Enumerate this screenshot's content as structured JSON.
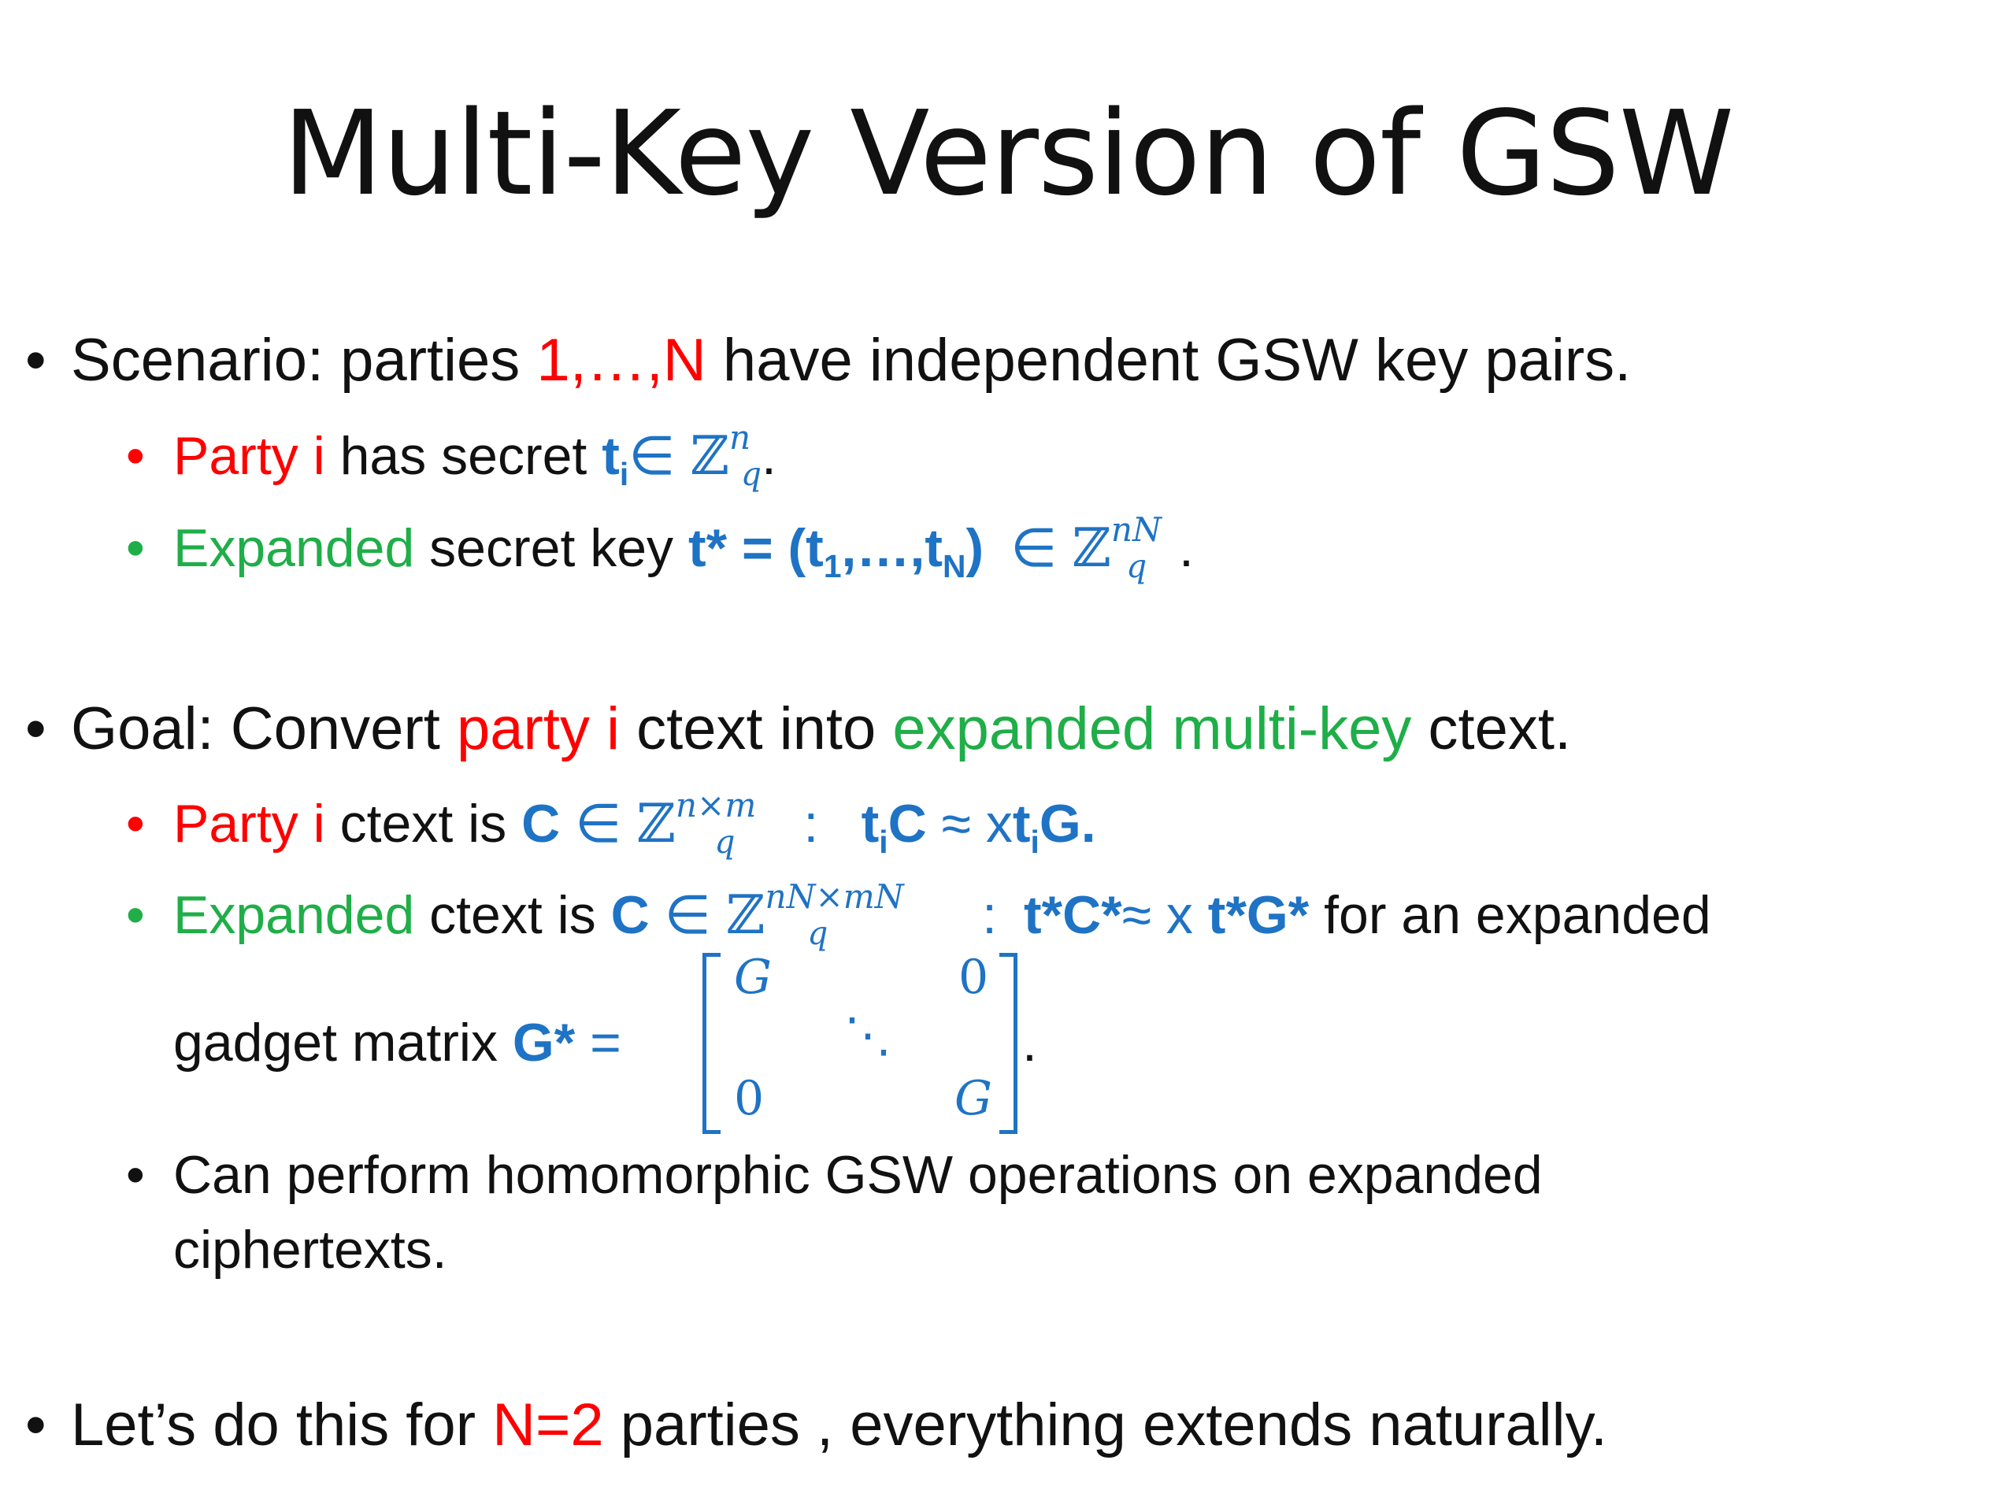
{
  "title": "Multi-Key Version of GSW",
  "bullet1": {
    "p1": "Scenario: parties ",
    "p2": "1,…,N",
    "p3": " have independent GSW key pairs.",
    "sub1": {
      "p1": "Party i",
      "p2": " has secret ",
      "t": "t",
      "i": "i",
      "in": "∈ ",
      "Z": "ℤ",
      "sup": "n",
      "sub": "q",
      "end": "."
    },
    "sub2": {
      "p1": "Expanded",
      "p2": " secret key ",
      "tstar": "t* = (t",
      "s1": "1",
      "mid": ",…,t",
      "sN": "N",
      "close": ")",
      "in": "∈ ",
      "Z": "ℤ",
      "sup": "nN",
      "sub": "q",
      "end": "."
    }
  },
  "bullet2": {
    "p1": "Goal: Convert ",
    "p2": "party i",
    "p3": " ctext into ",
    "p4": "expanded multi-key",
    "p5": " ctext.",
    "sub1": {
      "p1": "Party i",
      "p2": " ctext is ",
      "C": "C",
      "in": " ∈ ",
      "Z": "ℤ",
      "sup": "n×m",
      "sub": "q",
      "colon": " :",
      "t": "t",
      "i": "i",
      "C2": "C",
      "approx": " ≈ x",
      "t2": "t",
      "i2": "i",
      "G": "G."
    },
    "sub2": {
      "p1": "Expanded",
      "p2": " ctext is ",
      "C": "C",
      "in": " ∈ ",
      "Z": "ℤ",
      "sup": "nN×mN",
      "sub": "q",
      "colon": " :",
      "eq": "t*C*",
      "approx": "≈ x ",
      "eq2": "t*G*",
      "p3": " for an expanded"
    },
    "sub2b": {
      "p1": "gadget matrix ",
      "G": "G*",
      "eq": " =",
      "end": "."
    },
    "matrix": {
      "tl": "G",
      "tr": "0",
      "mid": "⋱",
      "bl": "0",
      "br": "G"
    },
    "sub3": {
      "line1": "Can perform homomorphic GSW operations on expanded",
      "line2": "ciphertexts."
    }
  },
  "bullet3": {
    "p1": "Let’s do this for ",
    "p2": "N=2",
    "p3": " parties , everything extends naturally."
  },
  "colors": {
    "red": "#ff0000",
    "green": "#1fae48",
    "blue": "#1f73c4",
    "text": "#111111"
  }
}
